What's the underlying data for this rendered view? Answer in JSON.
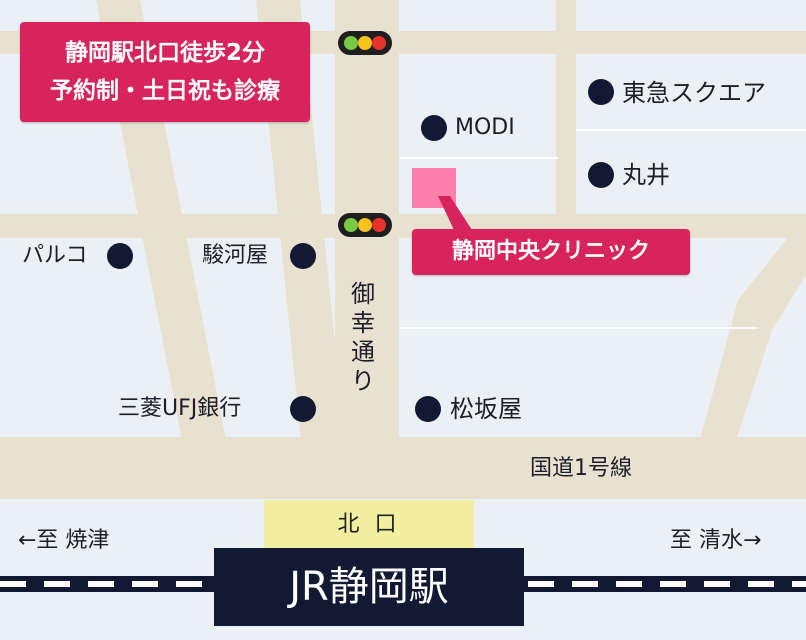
{
  "tagline": {
    "line1": "静岡駅北口徒歩2分",
    "line2": "予約制・土日祝も診療"
  },
  "clinic": {
    "name": "静岡中央クリニック"
  },
  "landmarks": {
    "modi": "MODI",
    "tokyu_square": "東急スクエア",
    "marui": "丸井",
    "parco": "パルコ",
    "surugaya": "駿河屋",
    "mufg": "三菱UFJ銀行",
    "matsuzakaya": "松坂屋"
  },
  "roads": {
    "gokou": [
      "御",
      "幸",
      "通",
      "り"
    ],
    "route1": "国道1号線"
  },
  "station": {
    "north_exit": "北 口",
    "name": "JR静岡駅",
    "to_yaizu": "←至 焼津",
    "to_shimizu": "至 清水→"
  },
  "colors": {
    "background": "#ebf0f5",
    "road": "#e8e1cf",
    "label_pink": "#d7245c",
    "clinic_marker": "#ff80ad",
    "station_dark": "#121a33",
    "north_exit": "#f2efa0"
  },
  "icons": [
    "traffic-light-icon",
    "landmark-dot-icon",
    "railway-track"
  ]
}
